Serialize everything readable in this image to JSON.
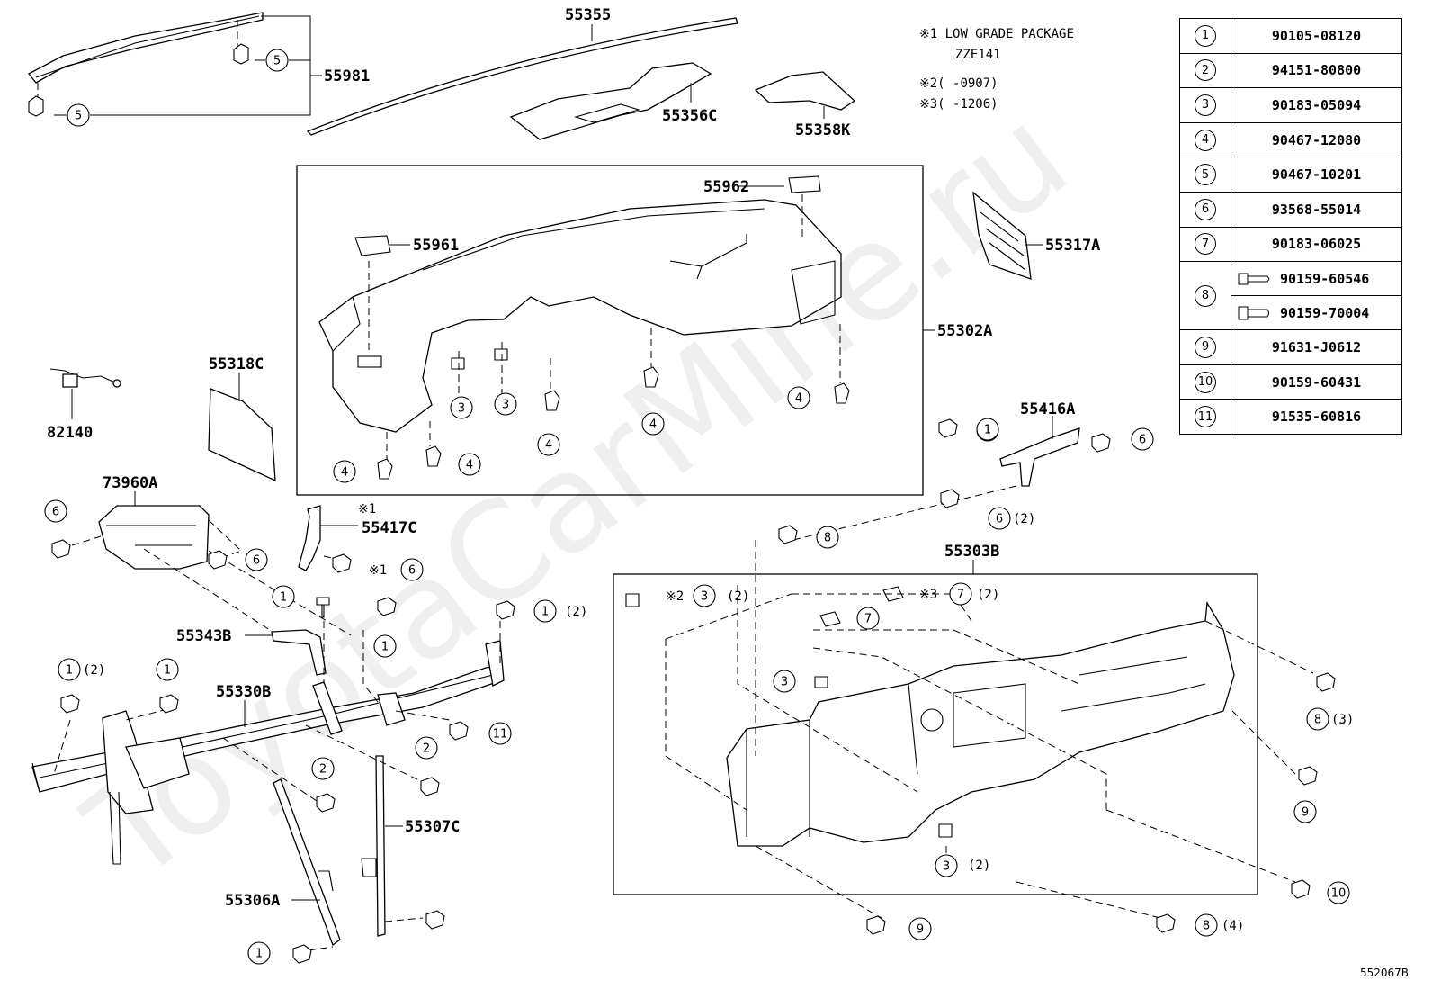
{
  "watermark": "ToyotaCarMine.ru",
  "notes": {
    "n1": "※1 LOW GRADE PACKAGE",
    "n1b": "ZZE141",
    "n2": "※2(   -0907)",
    "n3": "※3(   -1206)"
  },
  "callout_notes": {
    "q1": "※1",
    "q2": "※2",
    "q3": "※3",
    "x2": "(2)",
    "x3": "(3)",
    "x4": "(4)"
  },
  "parts": {
    "p55355": "55355",
    "p55981": "55981",
    "p55356C": "55356C",
    "p55358K": "55358K",
    "p55962": "55962",
    "p55961": "55961",
    "p55317A": "55317A",
    "p55302A": "55302A",
    "p55318C": "55318C",
    "p82140": "82140",
    "p73960A": "73960A",
    "p55416A": "55416A",
    "p55417C": "55417C",
    "p55303B": "55303B",
    "p55343B": "55343B",
    "p55330B": "55330B",
    "p55307C": "55307C",
    "p55306A": "55306A"
  },
  "legend": [
    {
      "num": "1",
      "part": "90105-08120"
    },
    {
      "num": "2",
      "part": "94151-80800"
    },
    {
      "num": "3",
      "part": "90183-05094"
    },
    {
      "num": "4",
      "part": "90467-12080"
    },
    {
      "num": "5",
      "part": "90467-10201"
    },
    {
      "num": "6",
      "part": "93568-55014"
    },
    {
      "num": "7",
      "part": "90183-06025"
    },
    {
      "num": "8",
      "parts": [
        "90159-60546",
        "90159-70004"
      ]
    },
    {
      "num": "9",
      "part": "91631-J0612"
    },
    {
      "num": "10",
      "part": "90159-60431"
    },
    {
      "num": "11",
      "part": "91535-60816"
    }
  ],
  "callouts": [
    "5",
    "5",
    "3",
    "3",
    "4",
    "4",
    "4",
    "4",
    "4",
    "6",
    "6",
    "6",
    "6",
    "6",
    "6",
    "1",
    "1",
    "1",
    "1",
    "1",
    "1",
    "2",
    "2",
    "11",
    "8",
    "3",
    "7",
    "7",
    "3",
    "3",
    "8",
    "9",
    "9",
    "10",
    "8",
    "1"
  ],
  "drawing_ref": "552067B"
}
